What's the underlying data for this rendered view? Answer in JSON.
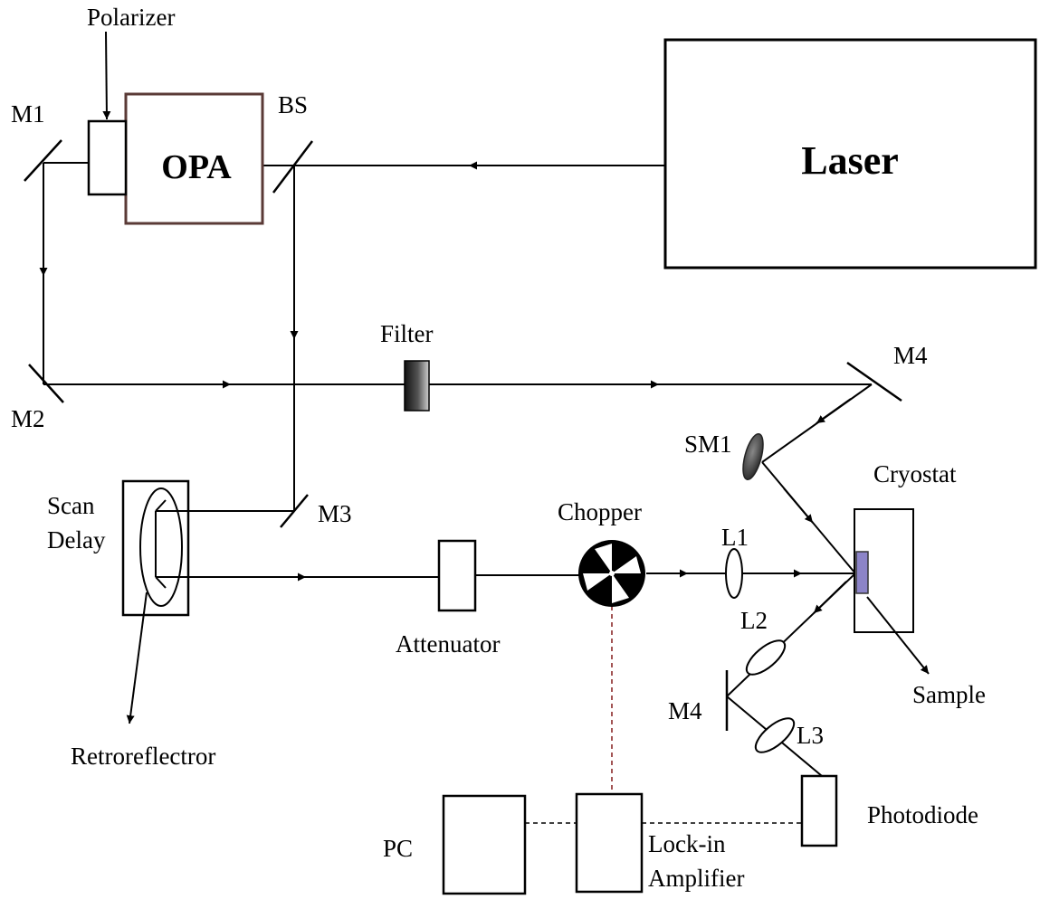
{
  "labels": {
    "polarizer": "Polarizer",
    "m1": "M1",
    "opa": "OPA",
    "bs": "BS",
    "laser": "Laser",
    "filter": "Filter",
    "m4_top": "M4",
    "m2": "M2",
    "sm1": "SM1",
    "cryostat": "Cryostat",
    "scan": "Scan",
    "delay": "Delay",
    "m3": "M3",
    "chopper": "Chopper",
    "l1": "L1",
    "attenuator": "Attenuator",
    "l2": "L2",
    "sample": "Sample",
    "m4_bottom": "M4",
    "l3": "L3",
    "retroreflector": "Retroreflectror",
    "photodiode": "Photodiode",
    "pc": "PC",
    "lockin_line1": "Lock-in",
    "lockin_line2": "Amplifier"
  },
  "colors": {
    "line": "#000000",
    "opa_border": "#5a3a36",
    "sample_fill": "#8c84c8",
    "reference_line": "#8b2a2a"
  }
}
